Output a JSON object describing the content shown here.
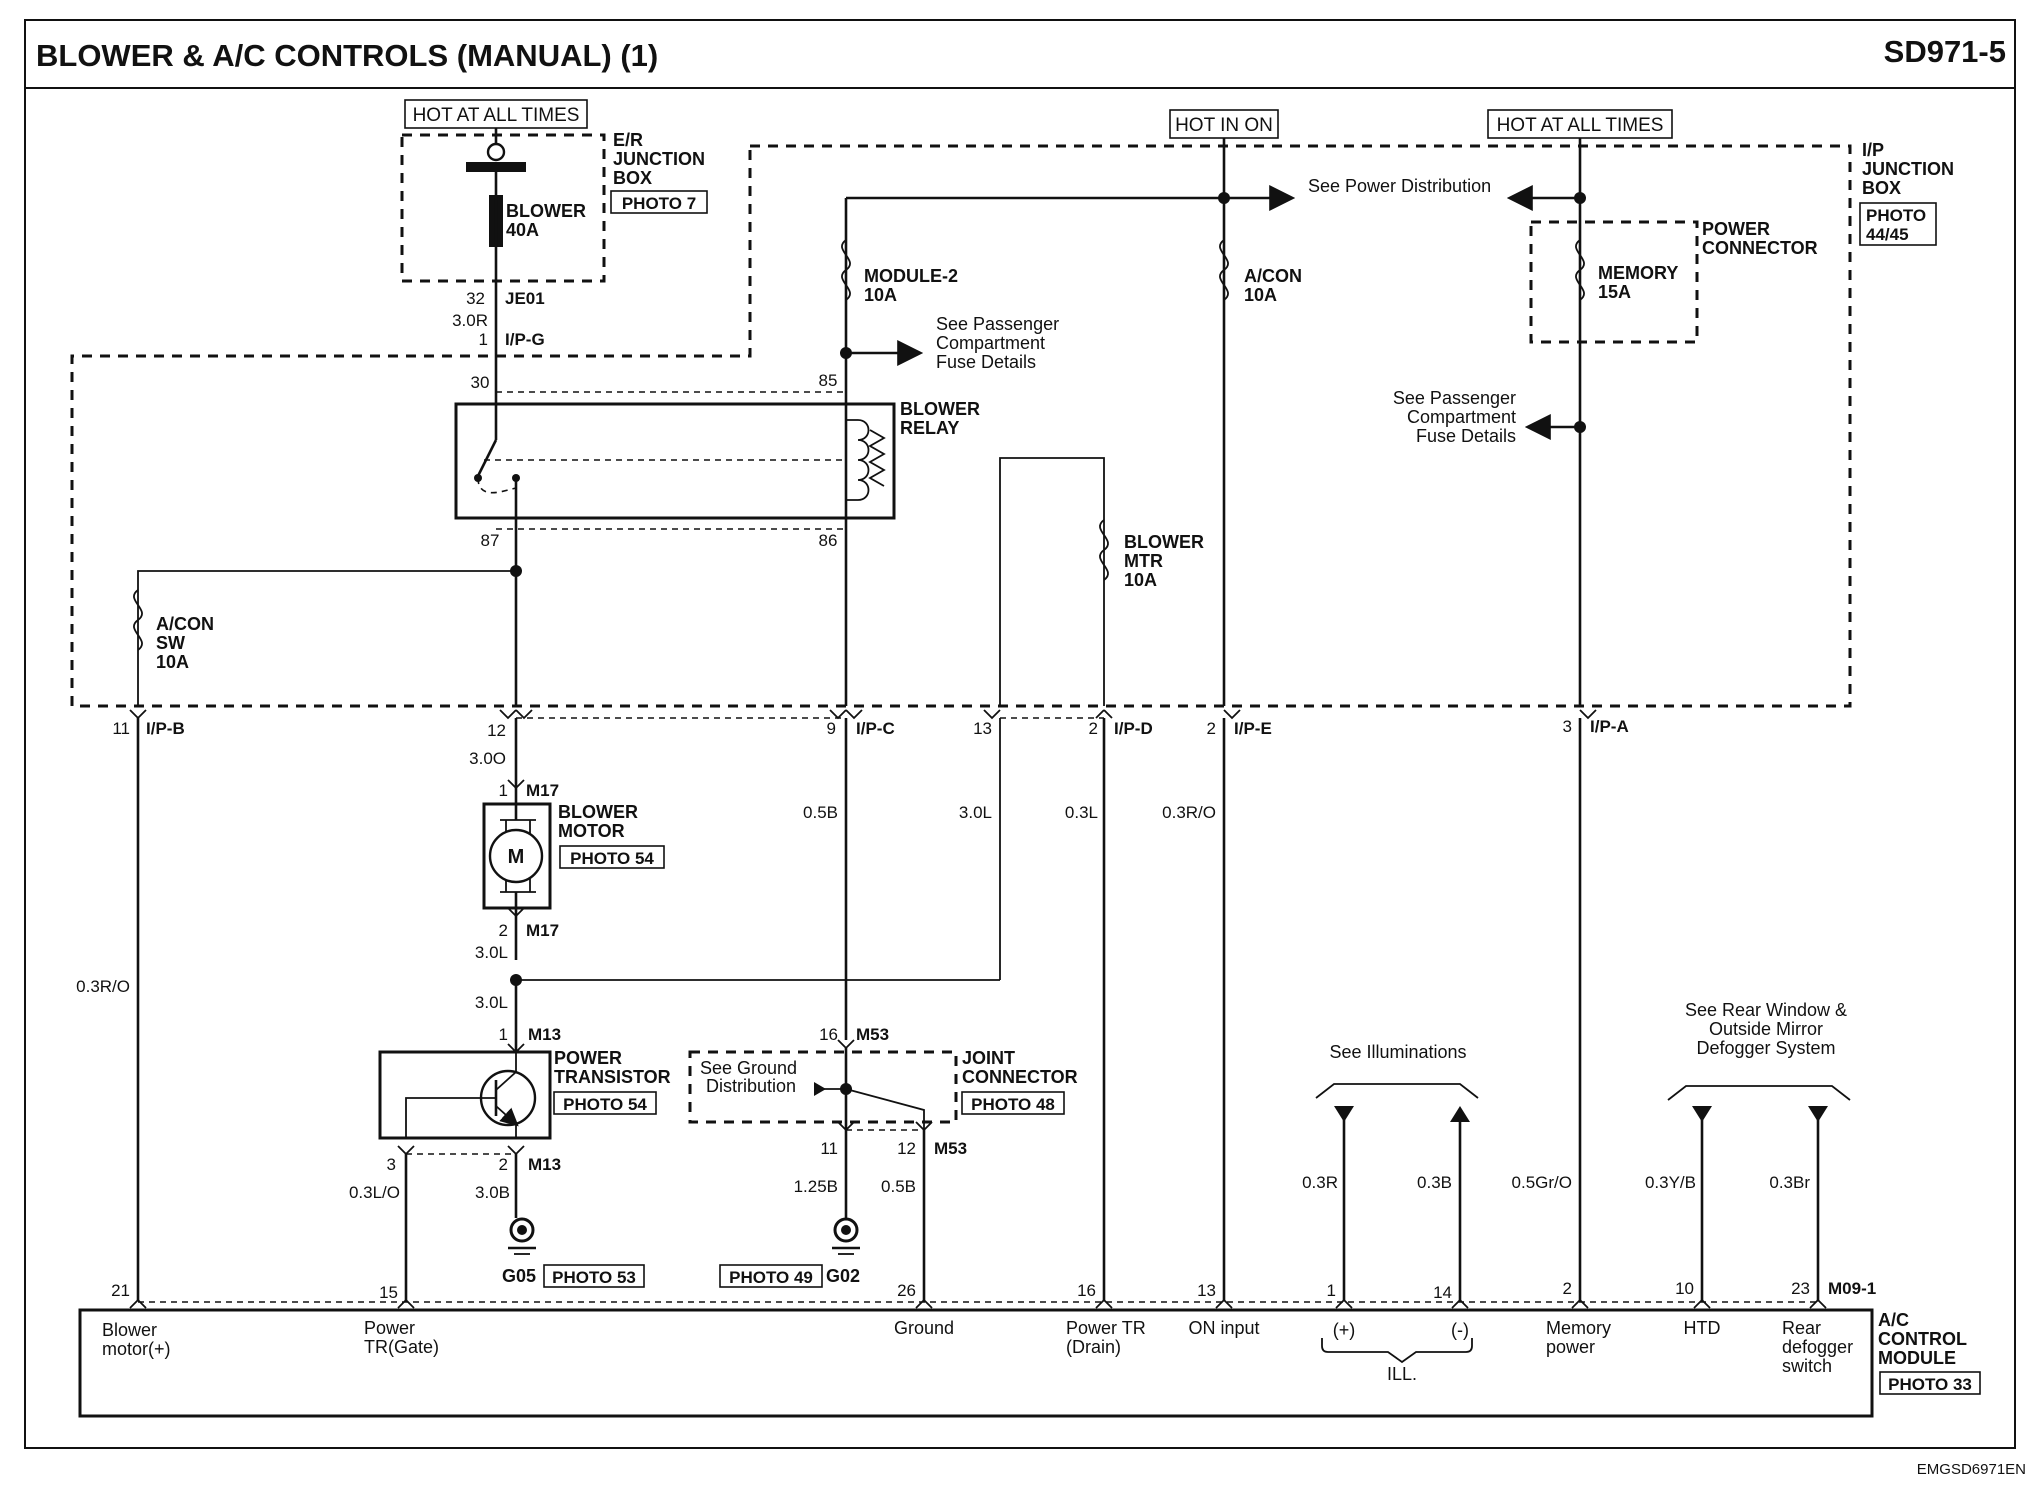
{
  "header": {
    "title": "BLOWER & A/C CONTROLS (MANUAL) (1)",
    "code": "SD971-5"
  },
  "footer": {
    "doc_id": "EMGSD6971EN"
  },
  "supplies": {
    "hot_all_times_1": "HOT AT ALL TIMES",
    "hot_in_on": "HOT IN ON",
    "hot_all_times_2": "HOT AT ALL TIMES"
  },
  "er_box": {
    "line1": "E/R",
    "line2": "JUNCTION",
    "line3": "BOX",
    "photo": "PHOTO 7",
    "fuse_name": "BLOWER",
    "fuse_amp": "40A",
    "pin_top": "32",
    "conn": "JE01",
    "wire": "3.0R",
    "pin_ipg": "1",
    "conn_ipg": "I/P-G"
  },
  "ip_box": {
    "line1": "I/P",
    "line2": "JUNCTION",
    "line3": "BOX",
    "photo1": "PHOTO",
    "photo2": "44/45",
    "power_conn1": "POWER",
    "power_conn2": "CONNECTOR"
  },
  "fuses": {
    "module2_name": "MODULE-2",
    "module2_amp": "10A",
    "acon_name": "A/CON",
    "acon_amp": "10A",
    "memory_name": "MEMORY",
    "memory_amp": "15A",
    "acon_sw_1": "A/CON",
    "acon_sw_2": "SW",
    "acon_sw_amp": "10A",
    "blower_mtr_1": "BLOWER",
    "blower_mtr_2": "MTR",
    "blower_mtr_amp": "10A"
  },
  "notes": {
    "see_power_dist": "See Power Distribution",
    "pass_fuse_1": "See Passenger",
    "pass_fuse_2": "Compartment",
    "pass_fuse_3": "Fuse Details",
    "illum": "See Illuminations",
    "rear_window_1": "See Rear Window &",
    "rear_window_2": "Outside Mirror",
    "rear_window_3": "Defogger System",
    "ground_dist_1": "See Ground",
    "ground_dist_2": "Distribution"
  },
  "relay": {
    "name1": "BLOWER",
    "name2": "RELAY",
    "pin30": "30",
    "pin85": "85",
    "pin87": "87",
    "pin86": "86"
  },
  "ipconn": {
    "ipb_pin": "11",
    "ipb": "I/P-B",
    "pin12": "12",
    "ipc_pin": "9",
    "ipc": "I/P-C",
    "pin13": "13",
    "ipd_pin": "2",
    "ipd": "I/P-D",
    "ipe_pin": "2",
    "ipe": "I/P-E",
    "ipa_pin": "3",
    "ipa": "I/P-A"
  },
  "wires": {
    "w30o": "3.0O",
    "w05b": "0.5B",
    "w30l": "3.0L",
    "w03l": "0.3L",
    "w03ro_e": "0.3R/O",
    "w03ro_b": "0.3R/O",
    "w30l_a": "3.0L",
    "w30l_b": "3.0L",
    "w03lo": "0.3L/O",
    "w30b": "3.0B",
    "w125b": "1.25B",
    "w05b_b": "0.5B",
    "w03r": "0.3R",
    "w03b": "0.3B",
    "w05gro": "0.5Gr/O",
    "w03yb": "0.3Y/B",
    "w03br": "0.3Br"
  },
  "motor": {
    "pin1": "1",
    "conn1": "M17",
    "name1": "BLOWER",
    "name2": "MOTOR",
    "symbol": "M",
    "photo": "PHOTO 54",
    "pin2": "2",
    "conn2": "M17"
  },
  "transistor": {
    "pin1": "1",
    "conn1": "M13",
    "name1": "POWER",
    "name2": "TRANSISTOR",
    "photo": "PHOTO 54",
    "pin3": "3",
    "pin2": "2",
    "conn2": "M13"
  },
  "joint": {
    "pin16": "16",
    "conn16": "M53",
    "name1": "JOINT",
    "name2": "CONNECTOR",
    "photo": "PHOTO 48",
    "pin11": "11",
    "pin12": "12",
    "conn12": "M53"
  },
  "grounds": {
    "g05": "G05",
    "g05_photo": "PHOTO 53",
    "g02_photo": "PHOTO 49",
    "g02": "G02"
  },
  "module": {
    "name1": "A/C",
    "name2": "CONTROL",
    "name3": "MODULE",
    "photo": "PHOTO 33",
    "conn": "M09-1",
    "p21": "21",
    "p15": "15",
    "p26": "26",
    "p16": "16",
    "p13": "13",
    "p1": "1",
    "p14": "14",
    "p2": "2",
    "p10": "10",
    "p23": "23",
    "lbl_blower1": "Blower",
    "lbl_blower2": "motor(+)",
    "lbl_power1": "Power",
    "lbl_power2": "TR(Gate)",
    "lbl_ground": "Ground",
    "lbl_drain1": "Power TR",
    "lbl_drain2": "(Drain)",
    "lbl_on": "ON input",
    "lbl_plus": "(+)",
    "lbl_minus": "(-)",
    "lbl_ill": "ILL.",
    "lbl_mem1": "Memory",
    "lbl_mem2": "power",
    "lbl_htd": "HTD",
    "lbl_rear1": "Rear",
    "lbl_rear2": "defogger",
    "lbl_rear3": "switch"
  }
}
